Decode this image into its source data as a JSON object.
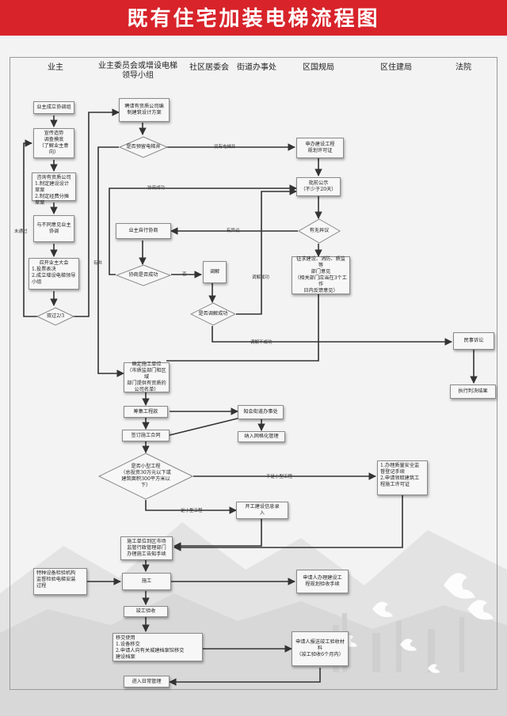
{
  "title": "既有住宅加装电梯流程图",
  "columns": [
    "业主",
    "业主委员会或增设电梯领导小组",
    "社区居委会",
    "街道办事处",
    "区国规局",
    "区住建局",
    "法院"
  ],
  "nodes": {
    "n1": "业主成立协调组",
    "n2": [
      "宣传造势",
      "调查摸底",
      "（了解业主意向）"
    ],
    "n3": [
      "咨询有资质公司",
      "1.制定建设设计草案",
      "2.制定经费分摊草案"
    ],
    "n4": [
      "与不同意见业主",
      "协调"
    ],
    "n5": [
      "召开业主大会",
      "1.投票表决",
      "2.成立增设电梯领导小组"
    ],
    "d1": "双过2/3",
    "n6": [
      "聘请有资质公司编",
      "制建筑设计方案"
    ],
    "d2": "是否预留电梯井",
    "n7": [
      "申办建设工程",
      "规划许可证"
    ],
    "n8": [
      "批前公示",
      "（不少于20天）"
    ],
    "d3": "有无异议",
    "n9": "业主自行协商",
    "d4": "协商是否成功",
    "n10": "调解",
    "d5": "是否调解成功",
    "n11": [
      "征求建设、消防、质监等",
      "部门意见",
      "（相关部门应当在3个工作",
      "日内反馈意见）"
    ],
    "n12": "民事诉讼",
    "n13": "执行判决结果",
    "n14": [
      "确定施工单位",
      "（市质监部门和区域",
      "部门提供有资质的",
      "公司名单）"
    ],
    "n15": "筹集工程款",
    "n16": "签订施工合同",
    "n17": [
      "知会街道办事处"
    ],
    "n18": "纳入网格化管理",
    "d6": [
      "是否小型工程",
      "（总投资30万元以下或",
      "建筑面积300平方米以",
      "下）"
    ],
    "n19": [
      "1.办理质量安全监",
      "督登记手续",
      "2.申请领取建筑工",
      "程施工许可证"
    ],
    "n20": [
      "开工建设信息录",
      "入"
    ],
    "n21": [
      "施工单位到区市场",
      "监管行政管理部门",
      "办理施工告知手续"
    ],
    "n22": [
      "特种设备检验机构",
      "监督检验电梯安装",
      "过程"
    ],
    "n23": "施工",
    "n24": [
      "申请人办理建设工",
      "程规划验收手续"
    ],
    "n25": "竣工验收",
    "n26": [
      "移交使用",
      "1.设备移交",
      "2.申请人向有关城建档案馆移交",
      "建设档案"
    ],
    "n27": [
      "申请人报送竣工验收材",
      "料",
      "（竣工验收6个月内）"
    ],
    "n28": "进入日常管理"
  },
  "edge_labels": {
    "not_passed": "未通过",
    "no_shaft": "没有电梯井",
    "negotiate_ok": "协商成功",
    "has_objection": "有异议",
    "no": "否",
    "mediate_ok": "调解成功",
    "mediate_fail": "调解不成功",
    "has_shaft": "有井",
    "not_small": "不是小型工程",
    "is_small": "是小型工程"
  }
}
